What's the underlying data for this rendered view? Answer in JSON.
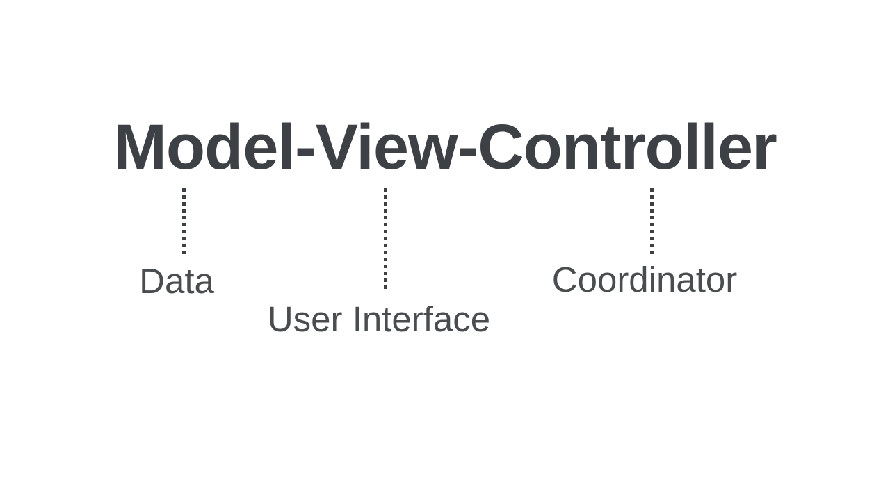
{
  "page": {
    "background_color": "#ffffff",
    "title_color": "#3d4044",
    "label_color": "#4a4d50",
    "connector_style": "vertical-dotted"
  },
  "title": "Model-View-Controller",
  "annotations": [
    {
      "term": "Model",
      "label": "Data"
    },
    {
      "term": "View",
      "label": "User Interface"
    },
    {
      "term": "Controller",
      "label": "Coordinator"
    }
  ]
}
